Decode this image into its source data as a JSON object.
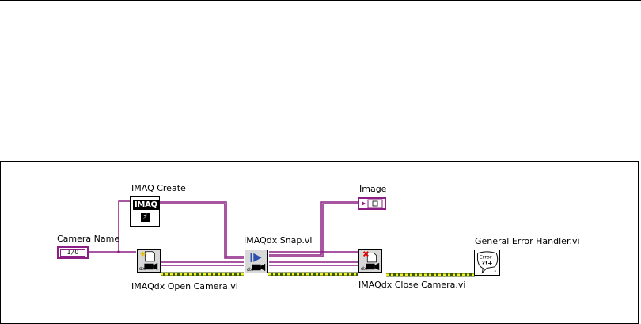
{
  "diagram": {
    "labels": {
      "imaq_create": "IMAQ Create",
      "image": "Image",
      "camera_name": "Camera Name",
      "snap": "IMAQdx Snap.vi",
      "open_camera": "IMAQdx Open Camera.vi",
      "close_camera": "IMAQdx Close Camera.vi",
      "error_handler": "General Error Handler.vi"
    },
    "camera_name_terminal": "I/O",
    "imaq_create_icon_text": "IMAQ",
    "error_icon_text": "Error",
    "colors": {
      "wire_purple": "#8c1f84",
      "wire_yellow": "#f5ef2a",
      "wire_green": "#3a5a00",
      "icon_blue": "#2d4fb0"
    }
  }
}
